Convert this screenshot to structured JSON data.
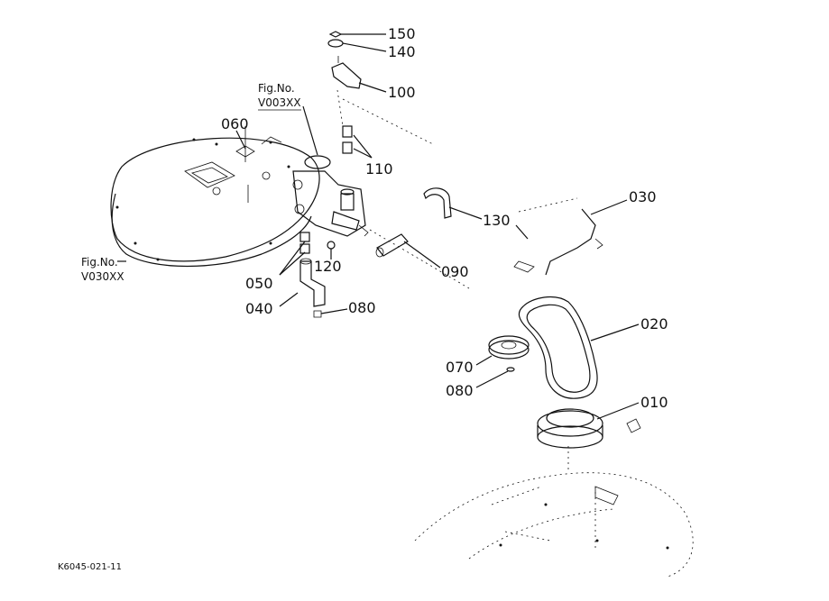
{
  "diagram": {
    "callouts": {
      "p150": "150",
      "p140": "140",
      "p100": "100",
      "p110": "110",
      "p060": "060",
      "p130": "130",
      "p030": "030",
      "p090": "090",
      "p120": "120",
      "p050": "050",
      "p040": "040",
      "p080a": "080",
      "p020": "020",
      "p070": "070",
      "p080b": "080",
      "p010": "010"
    },
    "fig_refs": {
      "upper": {
        "line1": "Fig.No.",
        "line2": "V003XX"
      },
      "lower": {
        "line1": "Fig.No.",
        "line2": "V030XX"
      }
    },
    "drawing_code": "K6045-021-11"
  }
}
